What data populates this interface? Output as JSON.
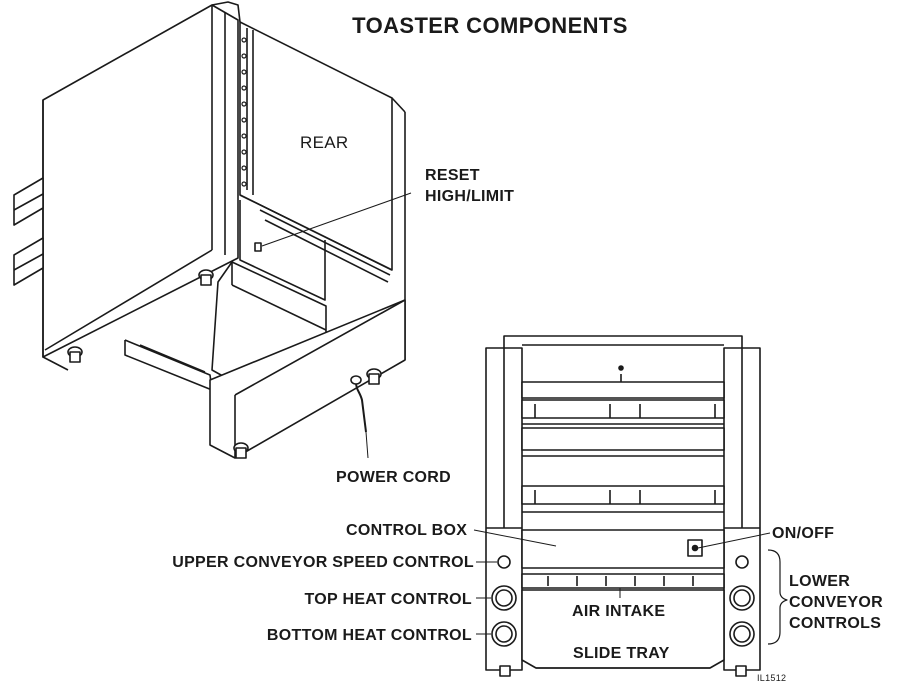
{
  "title": "TOASTER COMPONENTS",
  "labels": {
    "rear": "REAR",
    "reset_line1": "RESET",
    "reset_line2": "HIGH/LIMIT",
    "power_cord": "POWER CORD",
    "control_box": "CONTROL BOX",
    "on_off": "ON/OFF",
    "upper_conveyor": "UPPER CONVEYOR SPEED CONTROL",
    "top_heat": "TOP HEAT CONTROL",
    "bottom_heat": "BOTTOM HEAT CONTROL",
    "air_intake": "AIR INTAKE",
    "slide_tray": "SLIDE TRAY",
    "lower_line1": "LOWER",
    "lower_line2": "CONVEYOR",
    "lower_line3": "CONTROLS"
  },
  "figure_code": "IL1512",
  "colors": {
    "line": "#1a1a1a",
    "background": "#ffffff"
  }
}
